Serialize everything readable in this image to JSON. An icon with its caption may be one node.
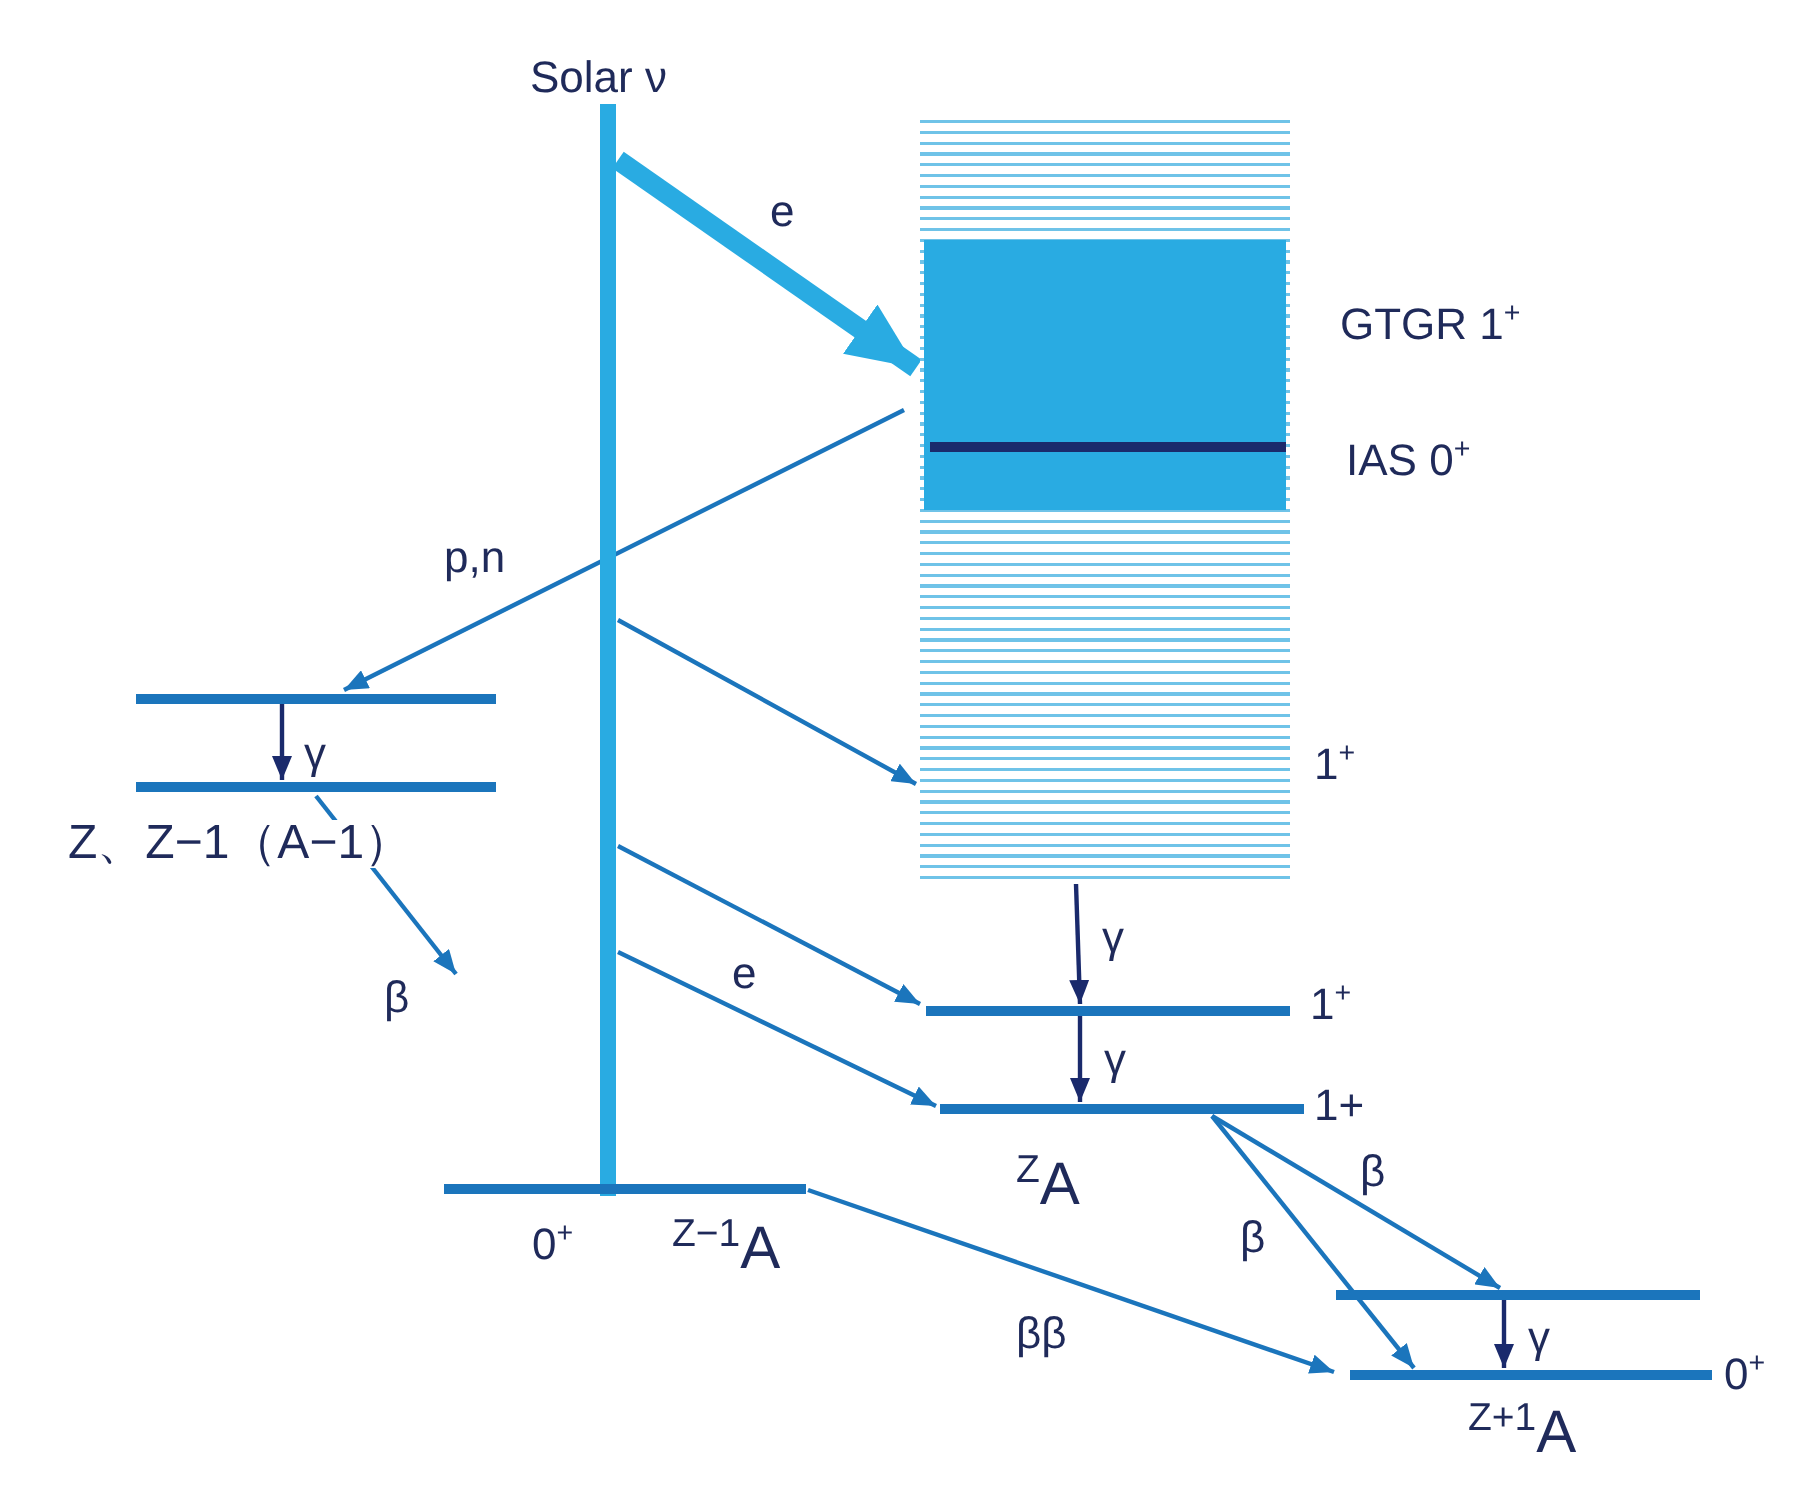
{
  "diagram": {
    "nodes": [
      {
        "text": [
          "Solar ν"
        ]
      },
      {
        "text": [],
        "shape": "box",
        "beside": [
          "1$^{+}$"
        ]
      },
      {
        "text": [],
        "shape": "box",
        "in": 1,
        "beside": [
          "GTGR 1$^{+}$"
        ]
      },
      {
        "text": [],
        "shape": "bar",
        "in": 2,
        "beside": [
          "IAS 0$^{+}$"
        ]
      },
      {
        "text": [],
        "shape": "bar"
      },
      {
        "text": [],
        "shape": "bar",
        "beside": [
          "Z、Z−1（A−1）"
        ]
      },
      {
        "text": [],
        "shape": "bar",
        "beside": [
          "0$^{+}$",
          "$^{Z−1}$A"
        ]
      },
      {
        "text": [],
        "shape": "bar",
        "beside": [
          "1$^{+}$"
        ]
      },
      {
        "text": [],
        "shape": "bar",
        "beside": [
          "1+",
          "$^{Z}$A"
        ]
      },
      {
        "text": [],
        "shape": "bar"
      },
      {
        "text": [],
        "shape": "bar",
        "beside": [
          "0$^{+}$",
          "$^{Z+1}$A"
        ]
      }
    ],
    "edges": [
      {
        "from": 0,
        "to": 2,
        "arrow": "to",
        "label": "e",
        "style": "thick",
        "color": "#29abe2"
      },
      {
        "from": 2,
        "to": 4,
        "arrow": "to",
        "label": "p,n"
      },
      {
        "from": 0,
        "to": 1,
        "arrow": "to"
      },
      {
        "from": 0,
        "to": 7,
        "arrow": "to",
        "label": "e"
      },
      {
        "from": 0,
        "to": 8,
        "arrow": "to"
      },
      {
        "from": 4,
        "to": 5,
        "arrow": "to",
        "label": "γ",
        "color": "#1a2a6c"
      },
      {
        "from": 5,
        "to": null,
        "arrow": "to",
        "label": "β"
      },
      {
        "from": 1,
        "to": 7,
        "arrow": "to",
        "label": "γ",
        "color": "#1a2a6c"
      },
      {
        "from": 7,
        "to": 8,
        "arrow": "to",
        "label": "γ",
        "color": "#1a2a6c"
      },
      {
        "from": 8,
        "to": 9,
        "arrow": "to",
        "label": "β"
      },
      {
        "from": 8,
        "to": 10,
        "arrow": "to",
        "label": "β"
      },
      {
        "from": 6,
        "to": 10,
        "arrow": "to",
        "label": "ββ"
      },
      {
        "from": 9,
        "to": 10,
        "arrow": "to",
        "label": "γ",
        "color": "#1a2a6c"
      }
    ]
  }
}
